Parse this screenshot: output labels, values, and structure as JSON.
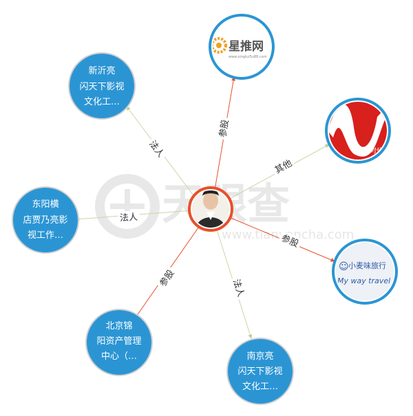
{
  "colors": {
    "node_blue": "#2b95d4",
    "node_ring": "#c8c8c8",
    "center_ring": "#e8502a",
    "edge_invest": "#e8502a",
    "edge_legal": "#c6d8a4",
    "edge_other": "#c6d8a4",
    "watermark": "#e8e8e8"
  },
  "watermark": {
    "logo_icon": "tianyancha-logo-icon",
    "main": "天眼查",
    "url": "www.tianyancha.com"
  },
  "center": {
    "name": "person-photo"
  },
  "nodes": [
    {
      "id": "xintui",
      "kind": "image",
      "icon": "xingtui-logo-icon",
      "text": "星推网",
      "sub": "www.xingtui5u88.com"
    },
    {
      "id": "wenshang",
      "kind": "image",
      "icon": "red-wave-logo-icon",
      "text": "文影时代"
    },
    {
      "id": "myway",
      "kind": "image",
      "icon": "myway-logo-icon",
      "text": "小麦味旅行",
      "sub": "My way travel"
    },
    {
      "id": "nanjing",
      "kind": "text",
      "lines": [
        "南京亮",
        "闪天下影视",
        "文化工…"
      ]
    },
    {
      "id": "beijing",
      "kind": "text",
      "lines": [
        "北京锦",
        "阳资产管理",
        "中心（…"
      ]
    },
    {
      "id": "dongyang",
      "kind": "text",
      "lines": [
        "东阳横",
        "店贾乃亮影",
        "视工作…"
      ]
    },
    {
      "id": "xinyi",
      "kind": "text",
      "lines": [
        "新沂亮",
        "闪天下影视",
        "文化工…"
      ]
    }
  ],
  "edges": [
    {
      "to": "xintui",
      "label": "参股",
      "type": "invest"
    },
    {
      "to": "wenshang",
      "label": "其他",
      "type": "other"
    },
    {
      "to": "myway",
      "label": "参股",
      "type": "invest"
    },
    {
      "to": "nanjing",
      "label": "法人",
      "type": "legal"
    },
    {
      "to": "beijing",
      "label": "参股",
      "type": "invest"
    },
    {
      "to": "dongyang",
      "label": "法人",
      "type": "legal"
    },
    {
      "to": "xinyi",
      "label": "法人",
      "type": "legal"
    }
  ]
}
